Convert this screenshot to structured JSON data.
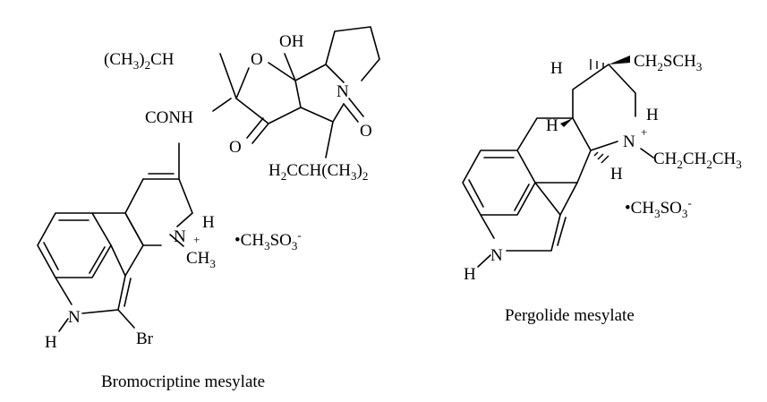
{
  "diagram": {
    "bromocriptine": {
      "caption": "Bromocriptine mesylate",
      "labels": {
        "isopropyl_left": "(CH",
        "isopropyl_left_sub": "3",
        "isopropyl_left_rest": ")",
        "isopropyl_left_sub2": "2",
        "isopropyl_left_end": "CH",
        "ring_o": "O",
        "oh": "OH",
        "pyrrolidine_n": "N",
        "conh": "CONH",
        "keto_o_left": "O",
        "keto_o_right": "O",
        "isobutyl_h2": "H",
        "isobutyl_h2_sub": "2",
        "isobutyl_rest": "CCH(CH",
        "isobutyl_sub3": "3",
        "isobutyl_close": ")",
        "isobutyl_sub2": "2",
        "ammonium_n": "N",
        "ammonium_h": "H",
        "ammonium_plus": "+",
        "n_methyl": "CH",
        "n_methyl_sub": "3",
        "mesylate_dot": "•",
        "mesylate": "CH",
        "mesylate_sub3": "3",
        "mesylate_so": "SO",
        "mesylate_sub3b": "3",
        "mesylate_minus": "-",
        "indole_n": "N",
        "indole_h": "H",
        "bromo": "Br"
      }
    },
    "pergolide": {
      "caption": "Pergolide mesylate",
      "labels": {
        "h_top": "H",
        "ch2sch3_a": "CH",
        "ch2sch3_sub2": "2",
        "ch2sch3_b": "SCH",
        "ch2sch3_sub3": "3",
        "h_ring_top": "H",
        "ammonium_n": "N",
        "ammonium_h": "H",
        "ammonium_plus": "+",
        "propyl_a": "CH",
        "propyl_sub1": "2",
        "propyl_b": "CH",
        "propyl_sub2": "2",
        "propyl_c": "CH",
        "propyl_sub3": "3",
        "h_ring_bottom": "H",
        "mesylate_dot": "•",
        "mesylate": "CH",
        "mesylate_sub3": "3",
        "mesylate_so": "SO",
        "mesylate_sub3b": "3",
        "mesylate_minus": "-",
        "indole_n": "N",
        "indole_h": "H"
      }
    }
  }
}
